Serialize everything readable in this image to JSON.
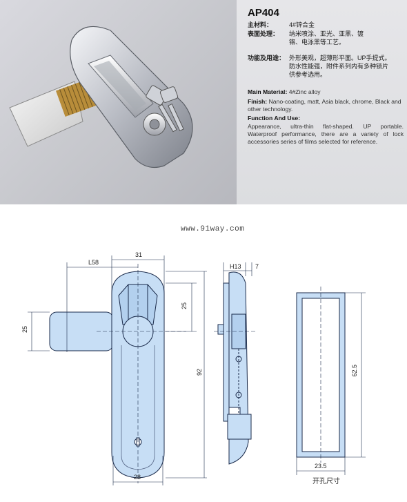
{
  "product": {
    "model": "AP404"
  },
  "cn_specs": [
    {
      "label": "主材料：",
      "value": "4#锌合金"
    },
    {
      "label": "表面处理：",
      "value": "纳米喷涂、亚光、亚黑、镀铬、电泳黑等工艺。"
    },
    {
      "label": "功能及用途：",
      "value": "外形美观，超薄形平面。UP手提式。防水性能强，附件系列内有多种锁片供参考选用。"
    }
  ],
  "en_specs": {
    "main_material_label": "Main Material:",
    "main_material_value": "4#Zinc alloy",
    "finish_label": "Finish:",
    "finish_value": "Nano-coating, matt, Asia black, chrome, Black and other technology.",
    "function_label": "Function And Use:",
    "function_value": "Appearance, ultra-thin flat-shaped. UP portable. Waterproof performance, there are a variety of lock accessories series of films selected for reference."
  },
  "watermark": "www.91way.com",
  "dimensions": {
    "l58": "L58",
    "d31": "31",
    "d25_top": "25",
    "d25_left": "25",
    "d92": "92",
    "d28": "28",
    "h13": "H13",
    "d7": "7",
    "d62_5": "62.5",
    "d23_5": "23.5"
  },
  "cutout_caption": "开孔尺寸",
  "colors": {
    "drawing_fill": "#c7def5",
    "drawing_stroke": "#1a2a4a",
    "panel_bg": "#e3e3e6"
  }
}
